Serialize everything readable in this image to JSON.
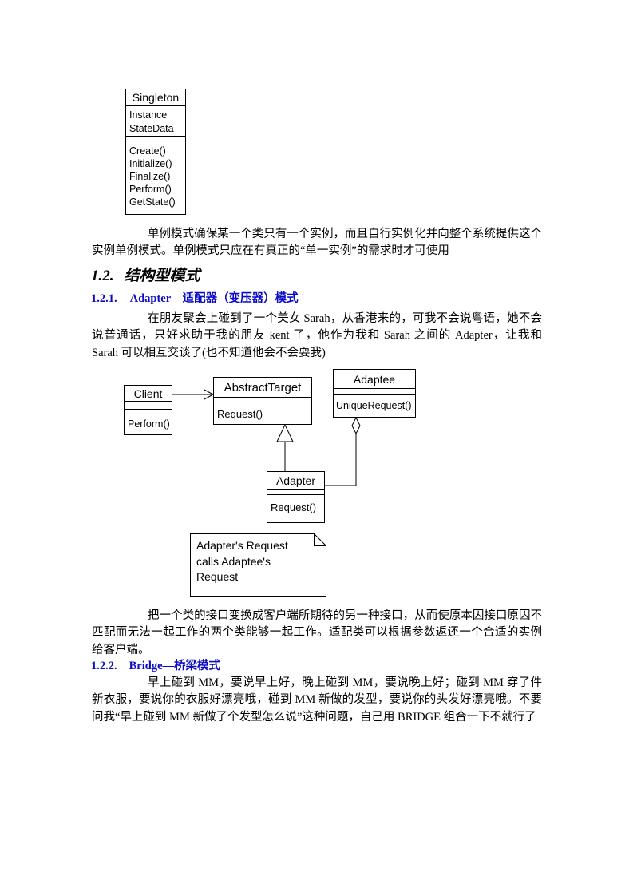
{
  "singleton_class": {
    "name": "Singleton",
    "attributes": [
      "Instance",
      "StateData"
    ],
    "operations": [
      "Create()",
      "Initialize()",
      "Finalize()",
      "Perform()",
      "GetState()"
    ]
  },
  "paragraphs": {
    "singleton_desc": "单例模式确保某一个类只有一个实例，而且自行实例化并向整个系统提供这个实例单例模式。单例模式只应在有真正的“单一实例”的需求时才可使用",
    "adapter_story": "在朋友聚会上碰到了一个美女 Sarah，从香港来的，可我不会说粤语，她不会说普通话，只好求助于我的朋友 kent 了，他作为我和 Sarah 之间的 Adapter，让我和 Sarah 可以相互交谈了(也不知道他会不会耍我)",
    "adapter_desc": "把一个类的接口变换成客户端所期待的另一种接口，从而使原本因接口原因不匹配而无法一起工作的两个类能够一起工作。适配类可以根据参数返还一个合适的实例给客户端。",
    "bridge_story": "早上碰到 MM，要说早上好，晚上碰到 MM，要说晚上好；碰到 MM 穿了件新衣服，要说你的衣服好漂亮哦，碰到 MM 新做的发型，要说你的头发好漂亮哦。不要问我“早上碰到 MM 新做了个发型怎么说”这种问题，自己用 BRIDGE 组合一下不就行了"
  },
  "headings": {
    "structural": {
      "number": "1.2.",
      "title": "结构型模式"
    },
    "adapter": {
      "number": "1.2.1.",
      "title": "Adapter—适配器（变压器）模式"
    },
    "bridge": {
      "number": "1.2.2.",
      "title": "Bridge—桥梁模式"
    }
  },
  "adapter_diagram": {
    "client": {
      "name": "Client",
      "operations": [
        "Perform()"
      ]
    },
    "abstract_target": {
      "name": "AbstractTarget",
      "operations": [
        "Request()"
      ]
    },
    "adaptee": {
      "name": "Adaptee",
      "operations": [
        "UniqueRequest()"
      ]
    },
    "adapter": {
      "name": "Adapter",
      "operations": [
        "Request()"
      ]
    },
    "note": "Adapter's Request calls Adaptee's Request"
  },
  "colors": {
    "heading_blue": "#0b0bc4",
    "text_black": "#000000",
    "page_bg": "#ffffff"
  }
}
